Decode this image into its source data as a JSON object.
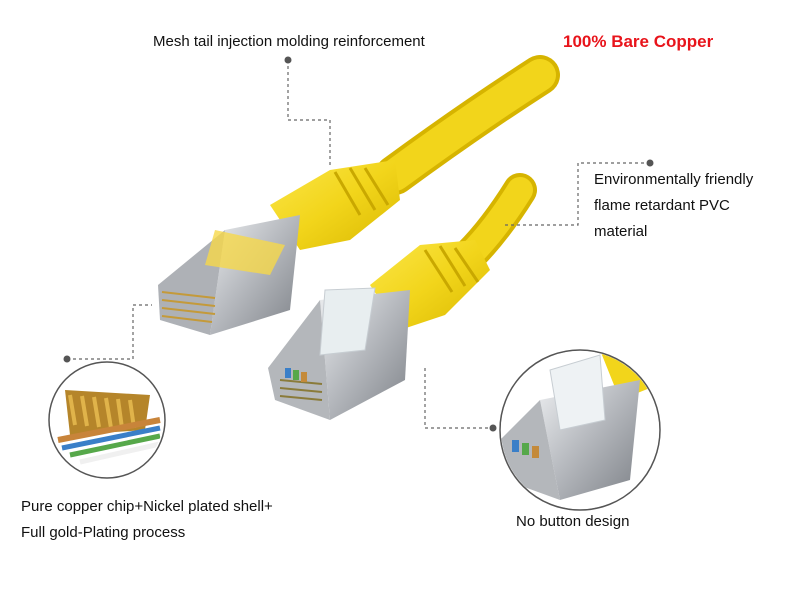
{
  "headline": "100% Bare Copper",
  "colors": {
    "headline": "#e8141b",
    "cable_yellow": "#f2d51b",
    "cable_shadow": "#d6b400",
    "shield_metal": "#b9bcc1",
    "callout_line": "#666666"
  },
  "labels": {
    "mesh_tail": "Mesh tail injection molding reinforcement",
    "pvc_line1": "Environmentally friendly",
    "pvc_line2": "flame retardant PVC",
    "pvc_line3": "material",
    "copper_line1": "Pure copper chip+Nickel plated shell+",
    "copper_line2": "Full gold-Plating process",
    "no_button": "No button design"
  },
  "icons": {
    "left_inset": "copper-contacts-closeup",
    "right_inset": "connector-tip-closeup"
  }
}
